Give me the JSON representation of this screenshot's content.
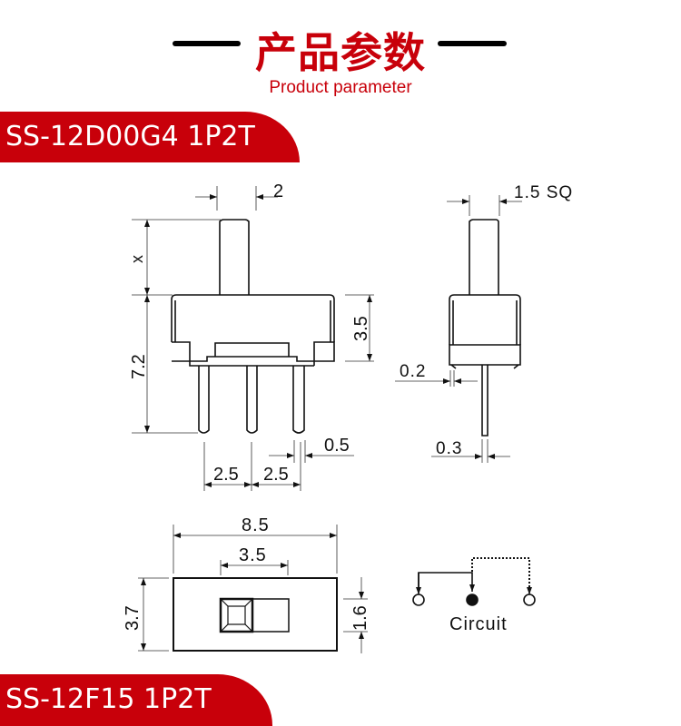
{
  "header": {
    "title_cn": "产品参数",
    "title_en": "Product parameter"
  },
  "models": [
    {
      "label": "SS-12D00G4 1P2T"
    },
    {
      "label": "SS-12F15 1P2T"
    }
  ],
  "dimensions": {
    "stem_width": "2",
    "stem_height": "x",
    "total_height": "7.2",
    "body_height": "3.5",
    "pitch_1": "2.5",
    "pitch_2": "2.5",
    "pin_width": "0.5",
    "stem_square": "1.5 SQ",
    "pin_offset": "0.2",
    "pin_thickness": "0.3",
    "body_length": "8.5",
    "slot_length": "3.5",
    "body_depth": "3.7",
    "slot_width": "1.6"
  },
  "circuit": {
    "label": "Circuit"
  },
  "colors": {
    "accent": "#c8000a"
  }
}
